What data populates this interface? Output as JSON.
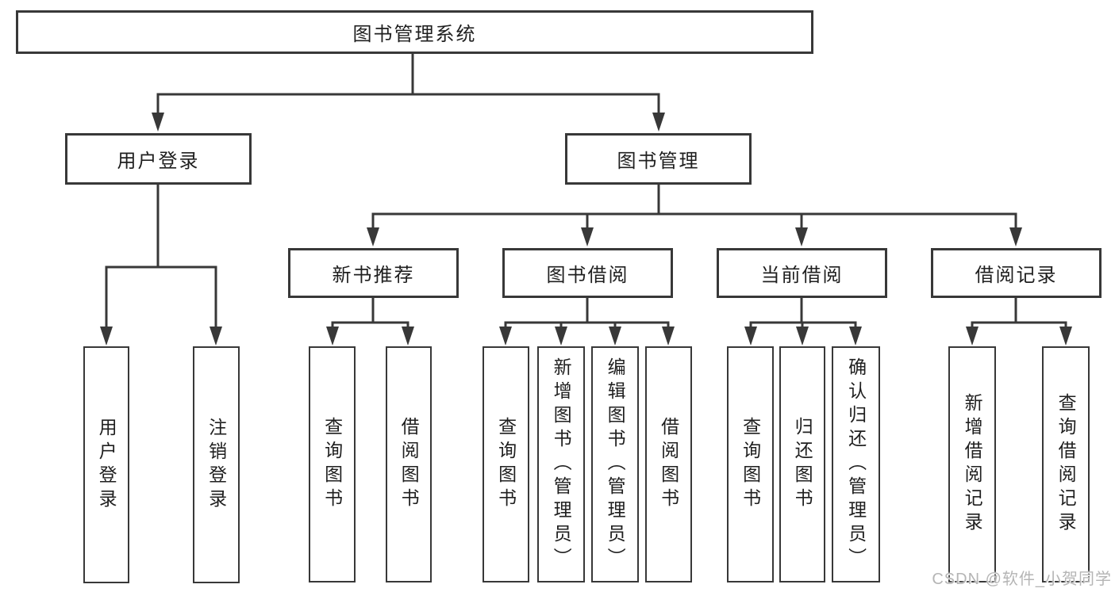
{
  "tree": {
    "root_label": "图书管理系统",
    "user_login": {
      "label": "用户登录",
      "children": [
        "用户登录",
        "注销登录"
      ]
    },
    "book_management": {
      "label": "图书管理",
      "new_book_recommend": {
        "label": "新书推荐",
        "children": [
          "查询图书",
          "借阅图书"
        ]
      },
      "book_borrowing": {
        "label": "图书借阅",
        "children": [
          "查询图书",
          "新增图书（管理员）",
          "编辑图书（管理员）",
          "借阅图书"
        ]
      },
      "current_borrowing": {
        "label": "当前借阅",
        "children": [
          "查询图书",
          "归还图书",
          "确认归还（管理员）"
        ]
      },
      "borrowing_records": {
        "label": "借阅记录",
        "children": [
          "新增借阅记录",
          "查询借阅记录"
        ]
      }
    }
  },
  "watermark": "CSDN @软件_小贺同学",
  "colors": {
    "line": "#383838",
    "text": "#1f1f1f",
    "background": "#ffffff",
    "watermark": "#b5b5b5"
  }
}
